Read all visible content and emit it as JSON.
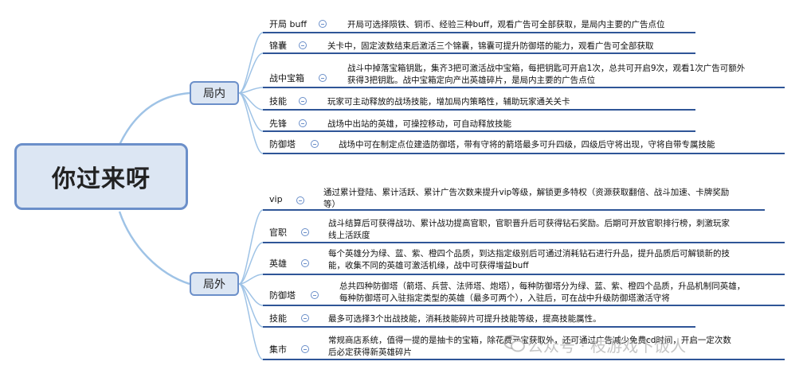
{
  "root": {
    "label": "你过来呀"
  },
  "branches": [
    {
      "label": "局内",
      "items": [
        {
          "label": "开局 buff",
          "desc": [
            "开局可选择陨铁、铜币、经验三种buff，观看广告可全部获取，是局内主要的广告点位"
          ]
        },
        {
          "label": "锦囊",
          "desc": [
            "关卡中，固定波数结束后激活三个锦囊，锦囊可提升防御塔的能力，观看广告可全部获取"
          ]
        },
        {
          "label": "战中宝箱",
          "desc": [
            "战斗中掉落宝箱钥匙，集齐3把可激活战中宝箱，每把钥匙可开启1次，总共可开启9次，观看1次广告可额外",
            "获得3把钥匙。战中宝箱定向产出英雄碎片，是局内主要的广告点位"
          ]
        },
        {
          "label": "技能",
          "desc": [
            "玩家可主动释放的战场技能，增加局内策略性，辅助玩家通关关卡"
          ]
        },
        {
          "label": "先锋",
          "desc": [
            "战场中出站的英雄，可操控移动，可自动释放技能"
          ]
        },
        {
          "label": "防御塔",
          "desc": [
            "战场中可在制定点位建造防御塔，带有守将的箭塔最多可升四级，四级后守将出现，守将自带专属技能"
          ]
        }
      ]
    },
    {
      "label": "局外",
      "items": [
        {
          "label": "vip",
          "desc": [
            "通过累计登陆、累计活跃、累计广告次数来提升vip等级，解锁更多特权（资源获取翻倍、战斗加速、卡牌奖励",
            "等）"
          ]
        },
        {
          "label": "官职",
          "desc": [
            "战斗结算后可获得战功、累计战功提高官职，官职晋升后可获得钻石奖励。后期可开放官职排行榜，刺激玩家",
            "线上活跃度"
          ]
        },
        {
          "label": "英雄",
          "desc": [
            "每个英雄分为绿、蓝、紫、橙四个品质，到达指定级别后可通过消耗钻石进行升品，提升品质后可解锁新的技",
            "能，收集不同的英雄可激活机缘，战中可获得增益buff"
          ]
        },
        {
          "label": "防御塔",
          "desc": [
            "总共四种防御塔（箭塔、兵营、法师塔、炮塔），每种防御塔分为绿、蓝、紫、橙四个品质，升品机制同英雄，",
            "每种防御塔可入驻指定类型的英雄（最多可两个），入驻后，可在战中升级防御塔激活守将"
          ]
        },
        {
          "label": "技能",
          "desc": [
            "最多可选择3个出战技能，消耗技能碎片可提升技能等级，提高技能属性。"
          ]
        },
        {
          "label": "集市",
          "desc": [
            "常规商店系统，值得一提的是抽卡的宝箱，除花费元宝获取外，还可通过广告减少免费cd时间，开启一定次数",
            "后必定获得新英雄碎片"
          ]
        }
      ]
    }
  ],
  "watermark": {
    "text": "公众号 · 枝游戏下饭人"
  },
  "colors": {
    "accent": "#6b8fc9",
    "underline": "#2f5597",
    "node_fill": "#dce6f3",
    "curve": "#9fc3e6"
  }
}
